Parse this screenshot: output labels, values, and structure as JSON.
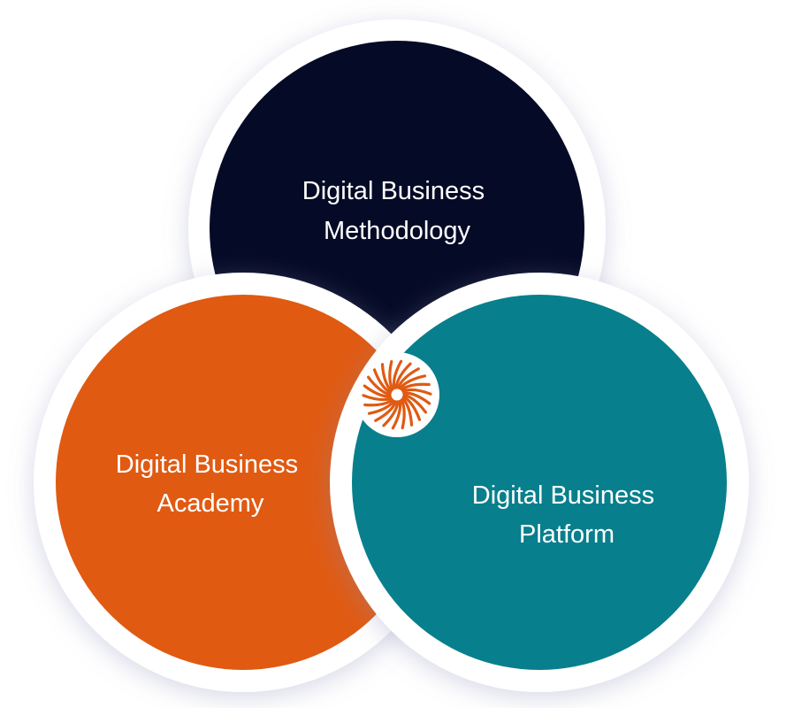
{
  "diagram": {
    "circles": [
      {
        "id": "methodology",
        "lines": [
          "Digital Business",
          "Methodology"
        ],
        "color": "#050a26"
      },
      {
        "id": "academy",
        "lines": [
          "Digital Business",
          "Academy"
        ],
        "color": "#e05a12"
      },
      {
        "id": "platform",
        "lines": [
          "Digital Business",
          "Platform"
        ],
        "color": "#087f8c"
      }
    ],
    "center_logo": {
      "icon": "swirl-logo-icon",
      "color": "#e05a12"
    },
    "ring_color": "#ffffff"
  }
}
